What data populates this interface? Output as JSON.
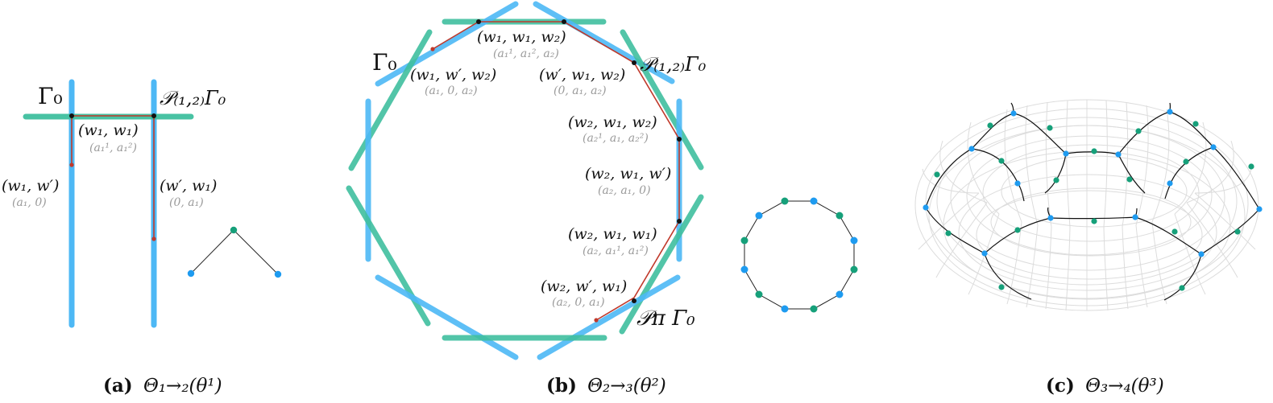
{
  "colors": {
    "blue_line": "#4db8f5",
    "green_line": "#3fbf9f",
    "red_path": "#c0392b",
    "black_node": "#111111",
    "blue_node": "#1e9bf0",
    "green_node": "#16a07a",
    "grey_text": "#9a9a9a",
    "torus_grid": "#dcdcdc"
  },
  "panel_a": {
    "caption_label": "(a)",
    "caption_math": "Θ₁→₂(θ¹)",
    "gamma0": "Γ₀",
    "perm_gamma0": "𝒫₍₁,₂₎Γ₀",
    "points": [
      {
        "main": "(w₁, w₁)",
        "sub": "(a₁¹, a₁²)"
      },
      {
        "main": "(w₁, w′)",
        "sub": "(a₁, 0)"
      },
      {
        "main": "(w′, w₁)",
        "sub": "(0, a₁)"
      }
    ],
    "graph": {
      "nodes": [
        "blue",
        "green",
        "blue"
      ],
      "edges": 2
    }
  },
  "panel_b": {
    "caption_label": "(b)",
    "caption_math": "Θ₂→₃(θ²)",
    "gamma0": "Γ₀",
    "perm_gamma0": "𝒫₍₁,₂₎Γ₀",
    "pi_gamma0": "𝒫π Γ₀",
    "points": [
      {
        "main": "(w₁, w₁, w₂)",
        "sub": "(a₁¹, a₁², a₂)"
      },
      {
        "main": "(w₁, w′, w₂)",
        "sub": "(a₁, 0, a₂)"
      },
      {
        "main": "(w′, w₁, w₂)",
        "sub": "(0, a₁, a₂)"
      },
      {
        "main": "(w₂, w₁, w₂)",
        "sub": "(a₂¹, a₁, a₂²)"
      },
      {
        "main": "(w₂, w₁, w′)",
        "sub": "(a₂, a₁, 0)"
      },
      {
        "main": "(w₂, w₁, w₁)",
        "sub": "(a₂, a₁¹, a₁²)"
      },
      {
        "main": "(w₂, w′, w₁)",
        "sub": "(a₂, 0, a₁)"
      }
    ],
    "graph": {
      "type": "cycle",
      "node_count": 12,
      "pattern": "alternating green/blue pairs"
    }
  },
  "panel_c": {
    "caption_label": "(c)",
    "caption_math": "Θ₃→₄(θ³)",
    "description": "Torus wireframe with hexagonal cell network, blue vertices and green edge-midpoints"
  }
}
